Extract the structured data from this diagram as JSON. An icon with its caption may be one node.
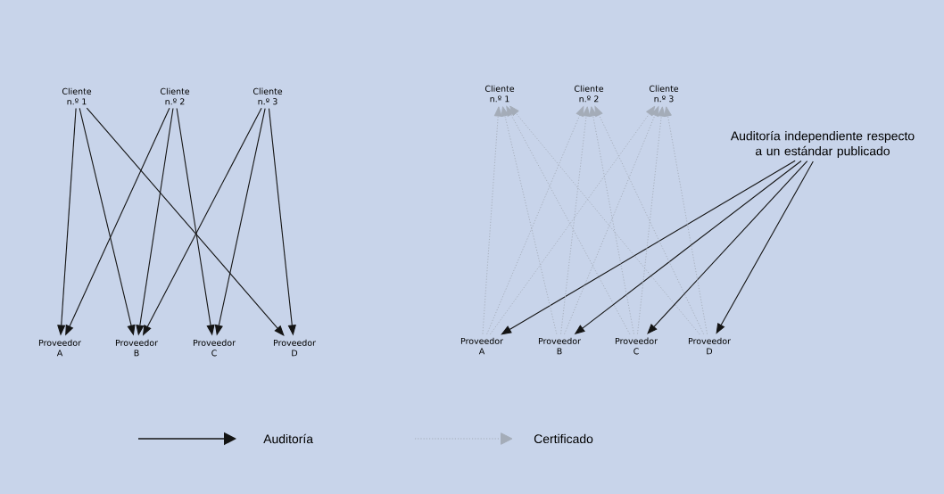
{
  "diagram": {
    "nodes": [
      {
        "text": [
          "Cliente n.º 1"
        ]
      },
      {
        "text": [
          "Cliente n.º 2"
        ]
      },
      {
        "text": [
          "Cliente n.º 3"
        ]
      },
      {
        "text": [
          "Proveedor A"
        ]
      },
      {
        "text": [
          "Proveedor B"
        ]
      },
      {
        "text": [
          "Proveedor C"
        ]
      },
      {
        "text": [
          "Proveedor D"
        ]
      },
      {
        "text": [
          "Cliente n.º 1"
        ]
      },
      {
        "text": [
          "Cliente n.º 2"
        ]
      },
      {
        "text": [
          "Cliente n.º 3"
        ]
      },
      {
        "text": [
          "Auditoría independiente respecto a un estándar publicado"
        ]
      },
      {
        "text": [
          "Proveedor A"
        ]
      },
      {
        "text": [
          "Proveedor B"
        ]
      },
      {
        "text": [
          "Proveedor C"
        ]
      },
      {
        "text": [
          "Proveedor D"
        ]
      }
    ],
    "edges": [
      {
        "from": 0,
        "to": 3,
        "arrow": "to"
      },
      {
        "from": 0,
        "to": 4,
        "arrow": "to"
      },
      {
        "from": 0,
        "to": 6,
        "arrow": "to"
      },
      {
        "from": 1,
        "to": 3,
        "arrow": "to"
      },
      {
        "from": 1,
        "to": 4,
        "arrow": "to"
      },
      {
        "from": 1,
        "to": 5,
        "arrow": "to"
      },
      {
        "from": 2,
        "to": 4,
        "arrow": "to"
      },
      {
        "from": 2,
        "to": 5,
        "arrow": "to"
      },
      {
        "from": 2,
        "to": 6,
        "arrow": "to"
      },
      {
        "from": 10,
        "to": 11,
        "arrow": "to"
      },
      {
        "from": 10,
        "to": 12,
        "arrow": "to"
      },
      {
        "from": 10,
        "to": 13,
        "arrow": "to"
      },
      {
        "from": 10,
        "to": 14,
        "arrow": "to"
      },
      {
        "from": 11,
        "to": 7,
        "arrow": "to",
        "style": "dashed",
        "color": "#a4acb8"
      },
      {
        "from": 11,
        "to": 8,
        "arrow": "to",
        "style": "dashed",
        "color": "#a4acb8"
      },
      {
        "from": 11,
        "to": 9,
        "arrow": "to",
        "style": "dashed",
        "color": "#a4acb8"
      },
      {
        "from": 12,
        "to": 7,
        "arrow": "to",
        "style": "dashed",
        "color": "#a4acb8"
      },
      {
        "from": 12,
        "to": 8,
        "arrow": "to",
        "style": "dashed",
        "color": "#a4acb8"
      },
      {
        "from": 12,
        "to": 9,
        "arrow": "to",
        "style": "dashed",
        "color": "#a4acb8"
      },
      {
        "from": 13,
        "to": 7,
        "arrow": "to",
        "style": "dashed",
        "color": "#a4acb8"
      },
      {
        "from": 13,
        "to": 8,
        "arrow": "to",
        "style": "dashed",
        "color": "#a4acb8"
      },
      {
        "from": 13,
        "to": 9,
        "arrow": "to",
        "style": "dashed",
        "color": "#a4acb8"
      },
      {
        "from": 14,
        "to": 7,
        "arrow": "to",
        "style": "dashed",
        "color": "#a4acb8"
      },
      {
        "from": 14,
        "to": 8,
        "arrow": "to",
        "style": "dashed",
        "color": "#a4acb8"
      },
      {
        "from": 14,
        "to": 9,
        "arrow": "to",
        "style": "dashed",
        "color": "#a4acb8"
      }
    ],
    "legend": [
      {
        "text": "Auditoría"
      },
      {
        "text": "Certificado"
      }
    ]
  }
}
